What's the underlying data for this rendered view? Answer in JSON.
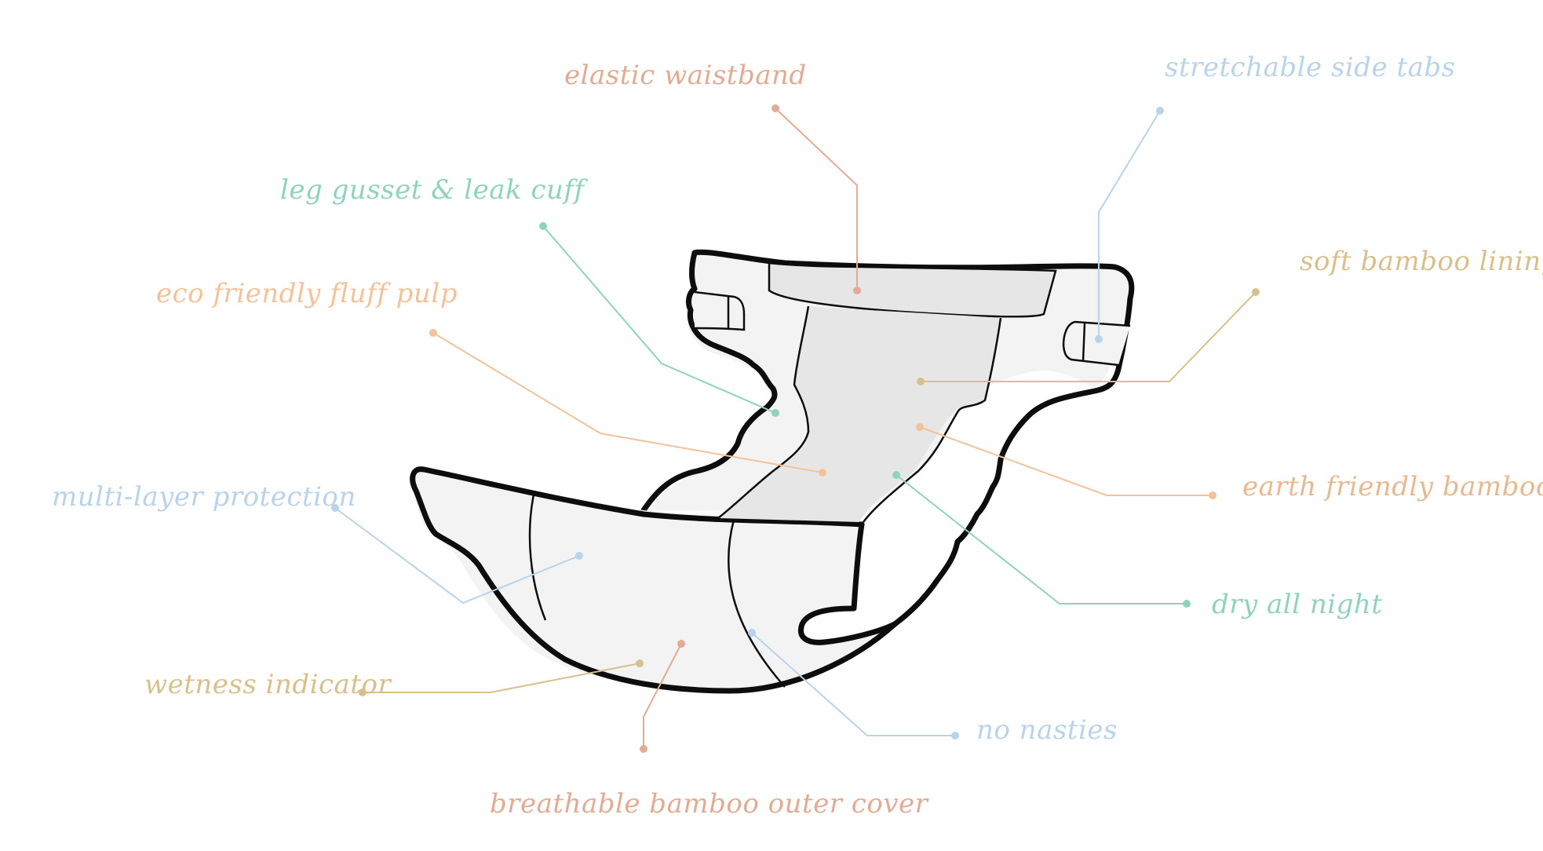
{
  "colors": {
    "salmon": "#e2ab93",
    "blue": "#b9d3ea",
    "teal": "#8fd3bd",
    "peach": "#f2c39b",
    "khaki": "#d8c08c",
    "sand": "#e7b990",
    "outline": "#0d0d0d",
    "body_fill": "#f3f3f3",
    "core_fill": "#e6e6e6"
  },
  "labels": {
    "elastic_waistband": "elastic waistband",
    "stretchable_side_tabs": "stretchable side tabs",
    "leg_gusset": "leg gusset & leak cuff",
    "soft_bamboo_lining": "soft bamboo lining",
    "eco_fluff_pulp": "eco friendly fluff pulp",
    "earth_friendly_bamboo": "earth friendly bamboo",
    "multi_layer": "multi-layer protection",
    "dry_all_night": "dry all night",
    "wetness_indicator": "wetness indicator",
    "no_nasties": "no nasties",
    "outer_cover": "breathable bamboo outer cover"
  }
}
